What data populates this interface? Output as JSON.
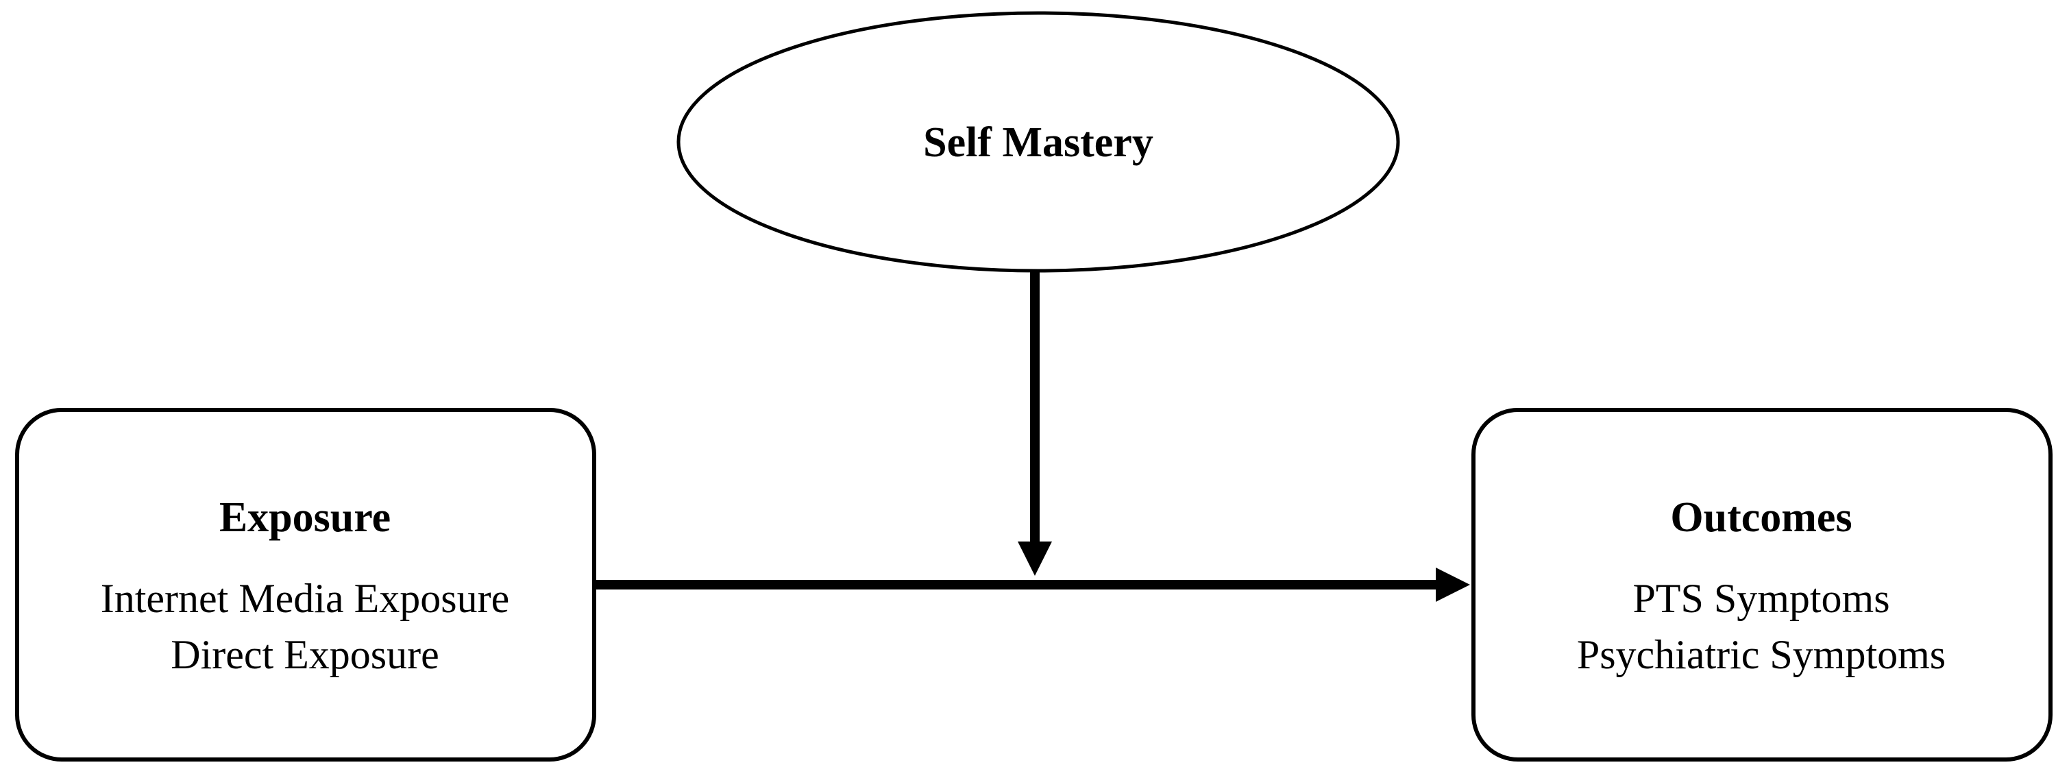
{
  "colors": {
    "stroke": "#000000",
    "fill": "#ffffff",
    "text": "#000000"
  },
  "moderator": {
    "title": "Self Mastery"
  },
  "exposure": {
    "title": "Exposure",
    "items": [
      "Internet Media Exposure",
      "Direct Exposure"
    ]
  },
  "outcomes": {
    "title": "Outcomes",
    "items": [
      "PTS Symptoms",
      "Psychiatric Symptoms"
    ]
  }
}
